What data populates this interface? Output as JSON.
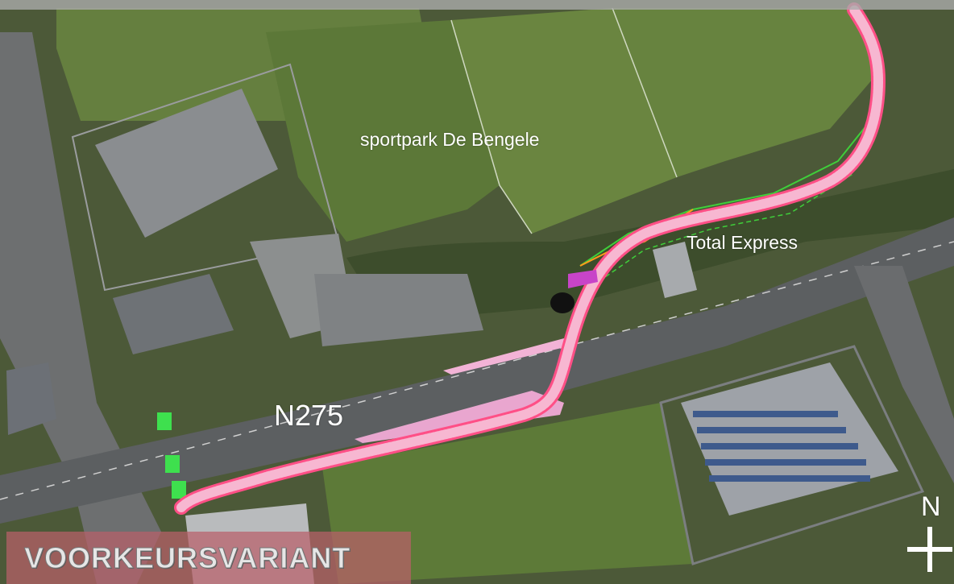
{
  "map": {
    "labels": {
      "sportpark": "sportpark De Bengele",
      "station": "Total Express",
      "road": "N275",
      "north": "N"
    },
    "caption": "VOORKEURSVARIANT",
    "colors": {
      "route": "#f4a9c8",
      "route_edge": "#ff5f8f",
      "grass": "#5f7a3a",
      "road": "#5a5d5f",
      "buildings": "#7a7d80",
      "caption_box": "#b95f69"
    }
  }
}
